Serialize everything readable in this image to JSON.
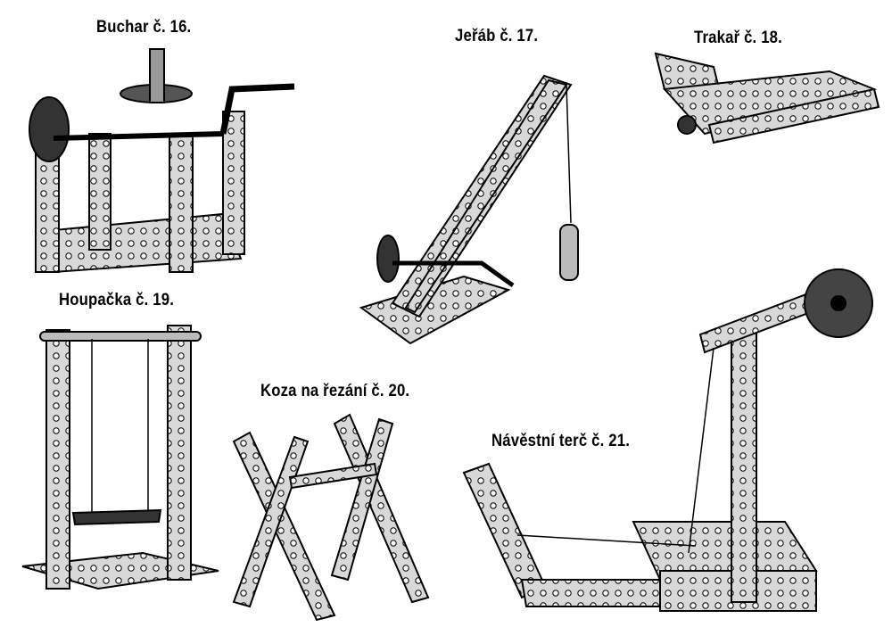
{
  "models": [
    {
      "id": "buchar",
      "caption": "Buchar č. 16."
    },
    {
      "id": "jerab",
      "caption": "Jeřáb č. 17."
    },
    {
      "id": "trakar",
      "caption": "Trakař č. 18."
    },
    {
      "id": "houpacka",
      "caption": "Houpačka č. 19."
    },
    {
      "id": "koza",
      "caption": "Koza na řezání č. 20."
    },
    {
      "id": "navestni-terc",
      "caption": "Návěstní terč č. 21."
    }
  ]
}
